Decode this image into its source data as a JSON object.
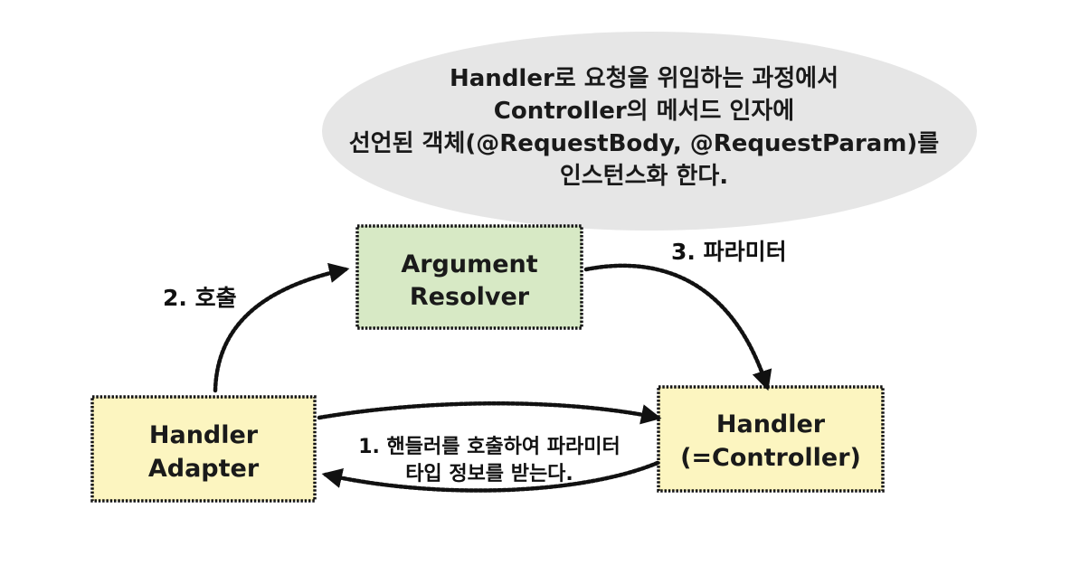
{
  "note": {
    "lines": [
      "Handler로 요청을 위임하는 과정에서",
      "Controller의 메서드 인자에",
      "선언된 객체(@RequestBody, @RequestParam)를",
      "인스턴스화 한다."
    ],
    "color": "#e6e6e6"
  },
  "nodes": {
    "argument_resolver": {
      "lines": [
        "Argument",
        "Resolver"
      ],
      "color": "#d7e9c5"
    },
    "handler_adapter": {
      "lines": [
        "Handler",
        "Adapter"
      ],
      "color": "#fcf5c0"
    },
    "handler": {
      "lines": [
        "Handler",
        "(=Controller)"
      ],
      "color": "#fcf5c0"
    }
  },
  "edges": {
    "call": {
      "label": "2. 호출"
    },
    "parameter": {
      "label": "3. 파라미터"
    },
    "type_info": {
      "lines": [
        "1. 핸들러를 호출하여 파라미터",
        "타입 정보를 받는다."
      ]
    }
  }
}
